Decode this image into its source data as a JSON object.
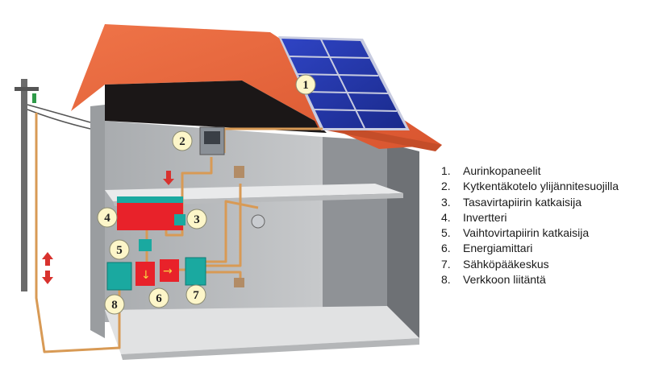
{
  "diagram": {
    "callouts": [
      "1",
      "2",
      "3",
      "4",
      "5",
      "6",
      "7",
      "8"
    ],
    "legend": [
      {
        "num": "1.",
        "label": "Aurinkopaneelit"
      },
      {
        "num": "2.",
        "label": "Kytkentäkotelo ylijännitesuojilla"
      },
      {
        "num": "3.",
        "label": "Tasavirtapiirin katkaisija"
      },
      {
        "num": "4.",
        "label": "Invertteri"
      },
      {
        "num": "5.",
        "label": "Vaihtovirtapiirin katkaisija"
      },
      {
        "num": "6.",
        "label": "Energiamittari"
      },
      {
        "num": "7.",
        "label": "Sähköpääkeskus"
      },
      {
        "num": "8.",
        "label": "Verkkoon liitäntä"
      }
    ],
    "colors": {
      "roof": "#e8643a",
      "roof_dark": "#c44d29",
      "attic_shadow": "#1a1616",
      "wall": "#b8bbbe",
      "floor": "#e6e7e8",
      "panel": "#2233a8",
      "cable": "#d89a55",
      "inverter": "#e8222a",
      "teal": "#1aa9a0",
      "arrow": "#d8322e"
    }
  }
}
